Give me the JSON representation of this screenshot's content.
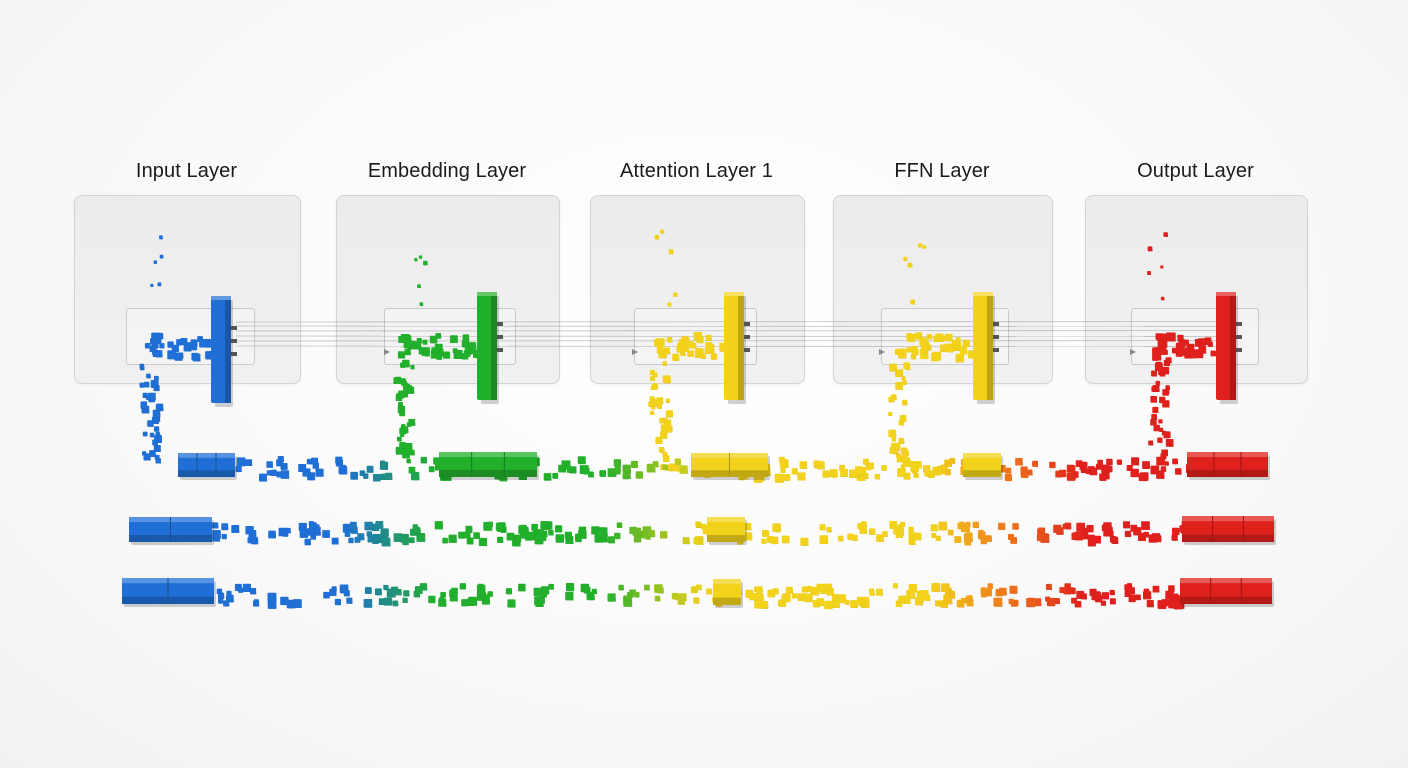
{
  "layers": [
    {
      "label": "Input Layer",
      "color": "#1f6fd6"
    },
    {
      "label": "Embedding Layer",
      "color": "#22b02c"
    },
    {
      "label": "Attention Layer 1",
      "color": "#f2d21a"
    },
    {
      "label": "FFN Layer",
      "color": "#f2d21a"
    },
    {
      "label": "Output Layer",
      "color": "#e0201c"
    }
  ],
  "palette": {
    "blue": "#1f6fd6",
    "green": "#22b02c",
    "yellow": "#f2d21a",
    "orange": "#ef7a1a",
    "red": "#e0201c"
  }
}
